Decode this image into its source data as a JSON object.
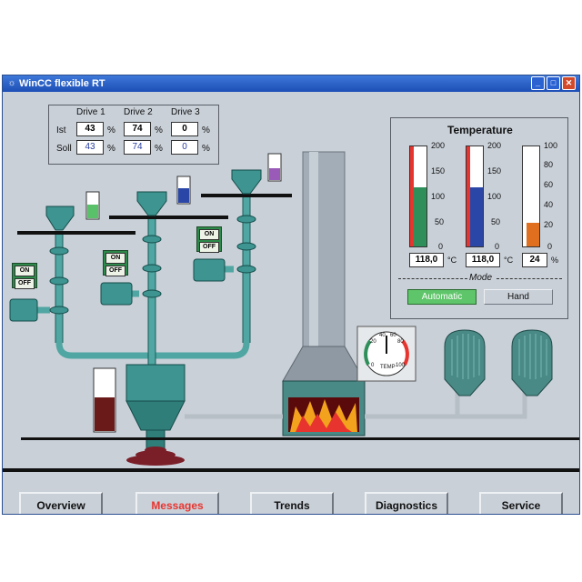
{
  "window": {
    "title": "WinCC flexible RT"
  },
  "drives": {
    "headers": [
      "Drive 1",
      "Drive 2",
      "Drive 3"
    ],
    "ist_label": "Ist",
    "soll_label": "Soll",
    "unit": "%",
    "ist": [
      "43",
      "74",
      "0"
    ],
    "soll": [
      "43",
      "74",
      "0"
    ]
  },
  "temperature": {
    "title": "Temperature",
    "gauges": [
      {
        "scale": [
          "200",
          "150",
          "100",
          "50",
          "0"
        ],
        "value_text": "118,0",
        "unit": "°C",
        "fill_fraction": 0.59,
        "color": "#2f8f5a"
      },
      {
        "scale": [
          "200",
          "150",
          "100",
          "50",
          "0"
        ],
        "value_text": "118,0",
        "unit": "°C",
        "fill_fraction": 0.59,
        "color": "#2a47a8"
      },
      {
        "scale": [
          "100",
          "80",
          "60",
          "40",
          "20",
          "0"
        ],
        "value_text": "24",
        "unit": "%",
        "fill_fraction": 0.24,
        "color": "#e0701f"
      }
    ],
    "mode_label": "Mode",
    "automatic_label": "Automatic",
    "hand_label": "Hand"
  },
  "switches": {
    "on": "ON",
    "off": "OFF"
  },
  "dial": {
    "scale": [
      "20",
      "40",
      "60",
      "80",
      "0",
      "100"
    ],
    "label": "TEMP"
  },
  "nav": [
    "Overview",
    "Messages",
    "Trends",
    "Diagnostics",
    "Service"
  ],
  "colors": {
    "active_nav": "#e8342e",
    "automatic_bg": "#5fc56a",
    "pipe": "#4fa6a2"
  }
}
